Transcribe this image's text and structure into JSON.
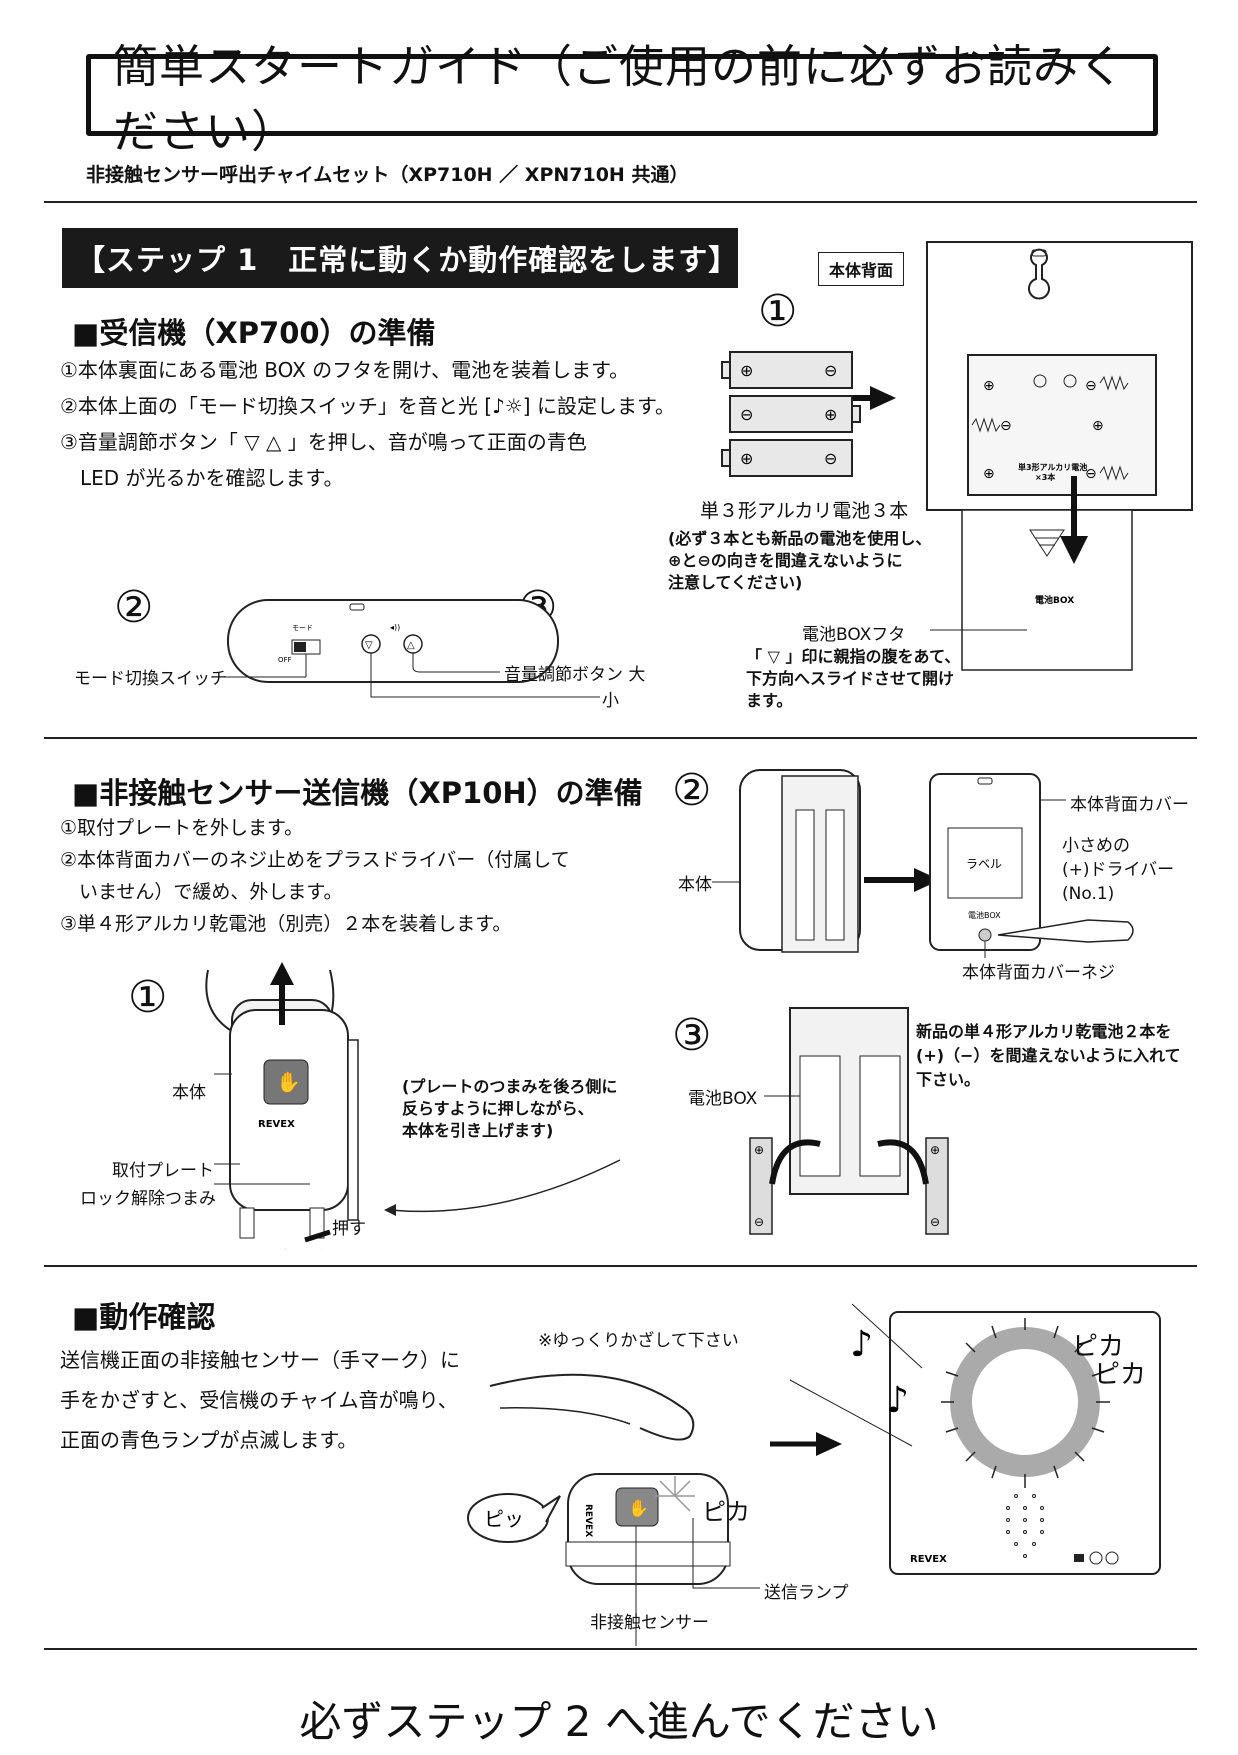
{
  "header": {
    "title": "簡単スタートガイド（ご使用の前に必ずお読みください）",
    "subtitle": "非接触センサー呼出チャイムセット（XP710H ／ XPN710H 共通）"
  },
  "step1": {
    "banner": "【ステップ 1　正常に動くか動作確認をします】"
  },
  "receiver": {
    "heading": "■受信機（XP700）の準備",
    "line1": "①本体裏面にある電池 BOX のフタを開け、電池を装着します。",
    "line2": "②本体上面の「モード切換スイッチ」を音と光 [♪☼] に設定します。",
    "line3": "③音量調節ボタン「 ▽ △ 」を押し、音が鳴って正面の青色",
    "line4": "　LED が光るかを確認します。",
    "back_label": "本体背面",
    "num1": "①",
    "num2": "②",
    "num3": "③",
    "battery_caption": "単３形アルカリ電池３本",
    "battery_note1": "(必ず３本とも新品の電池を使用し、",
    "battery_note2": "⊕と⊖の向きを間違えないように",
    "battery_note3": "注意してください)",
    "box_inner_label1": "単3形アルカリ電池",
    "box_inner_label2": "×3本",
    "lid_label": "電池BOX",
    "lid_caption": "電池BOXフタ",
    "lid_note1": "「 ▽ 」印に親指の腹をあて、",
    "lid_note2": "下方向へスライドさせて開け",
    "lid_note3": "ます。",
    "mode_switch_label": "モード切換スイッチ",
    "volume_label": "音量調節ボタン 大",
    "volume_small": "小",
    "mode_text": "モード",
    "off_text": "OFF"
  },
  "sensor": {
    "heading": "■非接触センサー送信機（XP10H）の準備",
    "line1": "①取付プレートを外します。",
    "line2": "②本体背面カバーのネジ止めをプラスドライバー（付属して",
    "line3": "　いません）で緩め、外します。",
    "line4": "③単４形アルカリ乾電池（別売）２本を装着します。",
    "num1": "①",
    "num2": "②",
    "num3": "③",
    "body_label": "本体",
    "plate_label": "取付プレート",
    "lock_label": "ロック解除つまみ",
    "push_label": "押す",
    "plate_note1": "(プレートのつまみを後ろ側に",
    "plate_note2": "反らすように押しながら、",
    "plate_note3": "本体を引き上げます)",
    "brand": "REVEX",
    "body_label2": "本体",
    "cover_label": "本体背面カバー",
    "driver1": "小さめの",
    "driver2": "(+)ドライバー",
    "driver3": "(No.1)",
    "screw_label": "本体背面カバーネジ",
    "sticker": "ラベル",
    "battbox_small": "電池BOX",
    "battbox_label": "電池BOX",
    "battery_note1": "新品の単４形アルカリ乾電池２本を",
    "battery_note2": "(+)（−）を間違えないように入れて",
    "battery_note3": "下さい。"
  },
  "check": {
    "heading": "■動作確認",
    "line1": "送信機正面の非接触センサー（手マーク）に",
    "line2": "手をかざすと、受信機のチャイム音が鳴り、",
    "line3": "正面の青色ランプが点滅します。",
    "slow_note": "※ゆっくりかざして下さい",
    "pika1": "ピカ",
    "pika2": "ピカ",
    "pika3": "ピカ",
    "beep": "ピッ",
    "send_lamp": "送信ランプ",
    "sensor_label": "非接触センサー",
    "brand": "REVEX"
  },
  "footer": {
    "text": "必ずステップ 2 へ進んでください"
  }
}
